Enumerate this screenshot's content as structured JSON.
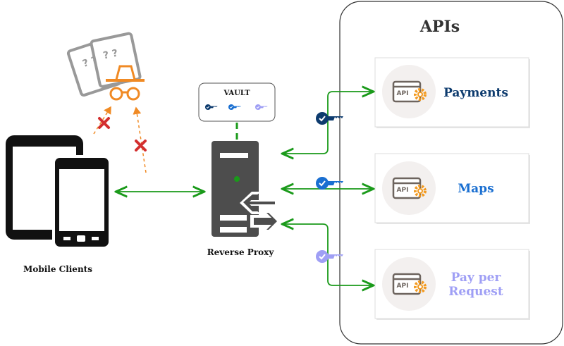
{
  "title": "APIs",
  "vault": {
    "label": "VAULT",
    "key_colors": [
      "#0d3b6e",
      "#1a6fd1",
      "#9f9ff5"
    ]
  },
  "proxy": {
    "label": "Reverse Proxy"
  },
  "clients": {
    "label": "Mobile Clients"
  },
  "apis": [
    {
      "name": "Payments",
      "icon_text": "API",
      "color": "#0d3b6e"
    },
    {
      "name": "Maps",
      "icon_text": "API",
      "color": "#1a6fd1"
    },
    {
      "name_line1": "Pay per",
      "name_line2": "Request",
      "icon_text": "API",
      "color": "#9f9ff5"
    }
  ],
  "colors": {
    "connection": "#1a9a1a",
    "attack": "#f08a24",
    "blocked": "#d32f2f",
    "server": "#4d4d4d"
  }
}
